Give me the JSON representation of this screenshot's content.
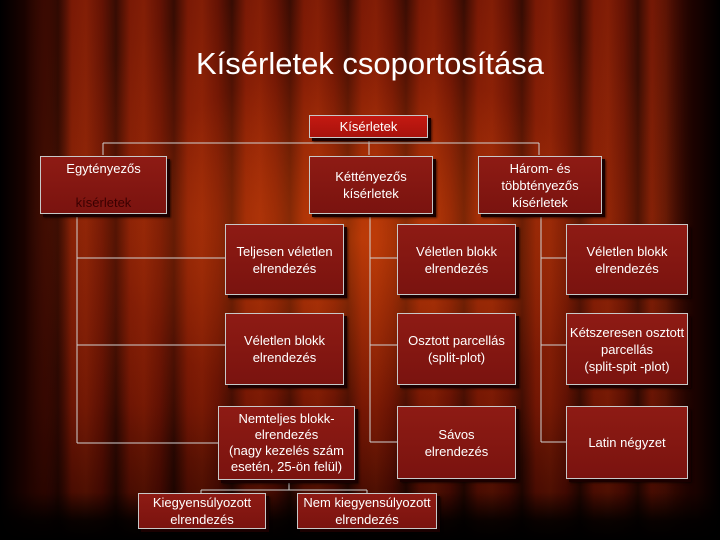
{
  "title": "Kísérletek csoportosítása",
  "nodes": {
    "root": "Kísérletek",
    "single_factor": {
      "line1": "Egytényezős",
      "line2": "kísérletek"
    },
    "two_factor": "Kéttényezős\nkísérletek",
    "multi_factor": "Három- és többtényezős\nkísérletek",
    "completely_random": "Teljesen véletlen\nelrendezés",
    "random_block_1": "Véletlen blokk\nelrendezés",
    "incomplete_block": "Nemteljes blokk-\nelrendezés\n(nagy kezelés szám\nesetén, 25-ön felül)",
    "balanced": "Kiegyensúlyozott\nelrendezés",
    "unbalanced": "Nem kiegyensúlyozott\nelrendezés",
    "random_block_2": "Véletlen blokk\nelrendezés",
    "split_plot": "Osztott parcellás\n(split-plot)",
    "strip": "Sávos\nelrendezés",
    "random_block_3": "Véletlen blokk\nelrendezés",
    "split_split_plot": "Kétszeresen osztott\nparcellás\n(split-spit -plot)",
    "latin_square": "Latin négyzet"
  },
  "colors": {
    "box_fill": "#8e1b14",
    "root_fill": "#c41a12",
    "border": "#c8c8c8",
    "text": "#ffffff",
    "connector": "#d0d0d0"
  }
}
